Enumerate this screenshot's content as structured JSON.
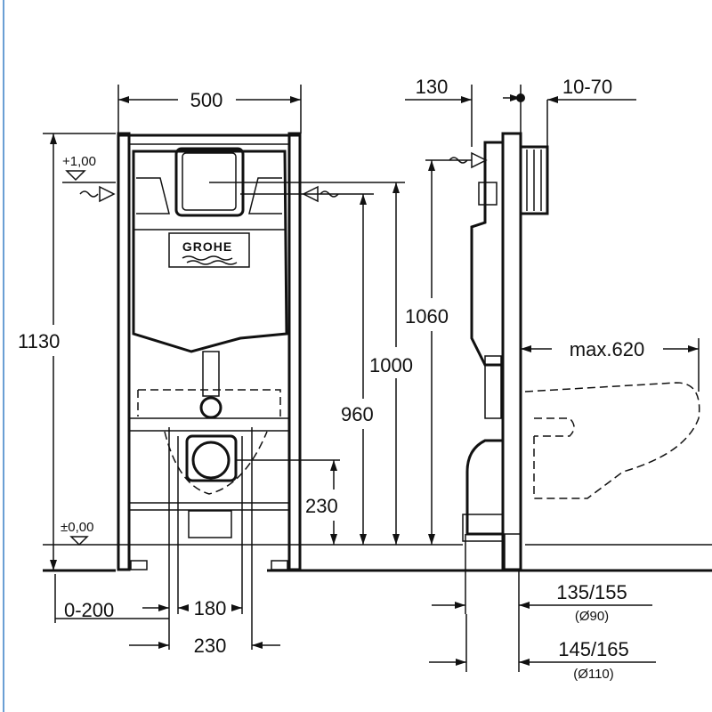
{
  "brand_logo": "GROHE",
  "front_view": {
    "width": "500",
    "height_total": "1130",
    "level_top": "+1,00",
    "level_floor": "±0,00",
    "h_1000": "1000",
    "h_960": "960",
    "h_230": "230",
    "offset": "0-200",
    "w_180": "180",
    "w_230": "230"
  },
  "side_view": {
    "depth_130": "130",
    "plate_10_70": "10-70",
    "h_1060": "1060",
    "max_620": "max.620",
    "d_135_155": "135/155",
    "pipe_90": "(Ø90)",
    "d_145_165": "145/165",
    "pipe_110": "(Ø110)"
  }
}
